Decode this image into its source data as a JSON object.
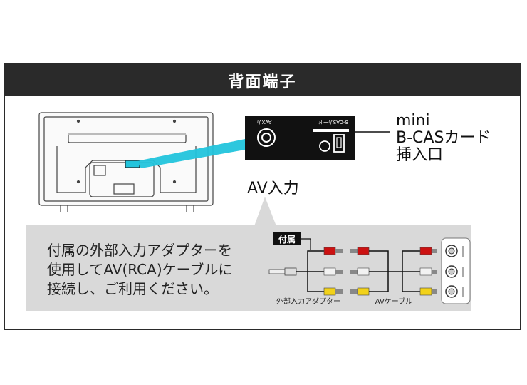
{
  "title": "背面端子",
  "panel": {
    "av_port_label": "AVXカ",
    "bcas_port_label": "B-CASカード"
  },
  "callouts": {
    "mini_bcas": [
      "mini",
      "B-CASカード",
      "挿入口"
    ],
    "av_input": "AV入力"
  },
  "note": {
    "lines": [
      "付属の外部入力アダプターを",
      "使用してAV(RCA)ケーブルに",
      "接続し、ご利用ください。"
    ]
  },
  "diagram": {
    "included_badge": "付属",
    "adapter_label": "外部入力アダプター",
    "cable_label": "AVケーブル",
    "plug_colors": [
      "#cc1111",
      "#f2f2f2",
      "#f2d21a"
    ],
    "highlight_color": "#22c4dc"
  }
}
